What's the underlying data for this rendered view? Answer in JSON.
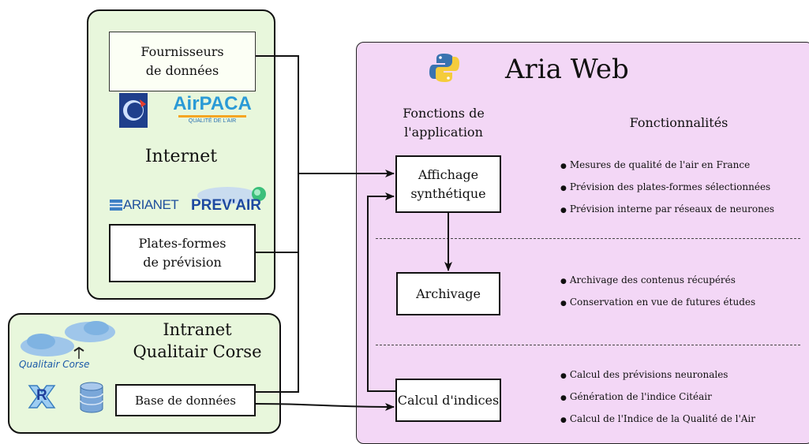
{
  "internet": {
    "title": "Internet",
    "providers_line1": "Fournisseurs",
    "providers_line2": "de données",
    "platforms_line1": "Plates-formes",
    "platforms_line2": "de prévision",
    "logos": {
      "airpaca_main": "AirPACA",
      "airpaca_sub": "QUALITÉ DE L'AIR",
      "arianet": "ARIANET",
      "prevair": "PREV'AIR"
    }
  },
  "intranet": {
    "title_line1": "Intranet",
    "title_line2": "Qualitair Corse",
    "logo_text": "Qualitair Corse",
    "r_logo": "R",
    "database_label": "Base de données"
  },
  "aria": {
    "title": "Aria Web",
    "functions_header_line1": "Fonctions de",
    "functions_header_line2": "l'application",
    "features_header": "Fonctionnalités",
    "affichage_line1": "Affichage",
    "affichage_line2": "synthétique",
    "archivage": "Archivage",
    "calcul": "Calcul d'indices",
    "features": {
      "affichage": [
        "Mesures de qualité de l'air en France",
        "Prévision des plates-formes sélectionnées",
        "Prévision interne par réseaux de neurones"
      ],
      "archivage": [
        "Archivage des contenus récupérés",
        "Conservation en vue de futures études"
      ],
      "calcul": [
        "Calcul des prévisions neuronales",
        "Génération de l'indice Citéair",
        "Calcul de l'Indice de la Qualité de l'Air"
      ]
    }
  },
  "colors": {
    "green_panel": "#e8f7dc",
    "pink_panel": "#f3d7f6",
    "python_blue": "#3a73b0",
    "python_yellow": "#f5cc3c"
  }
}
